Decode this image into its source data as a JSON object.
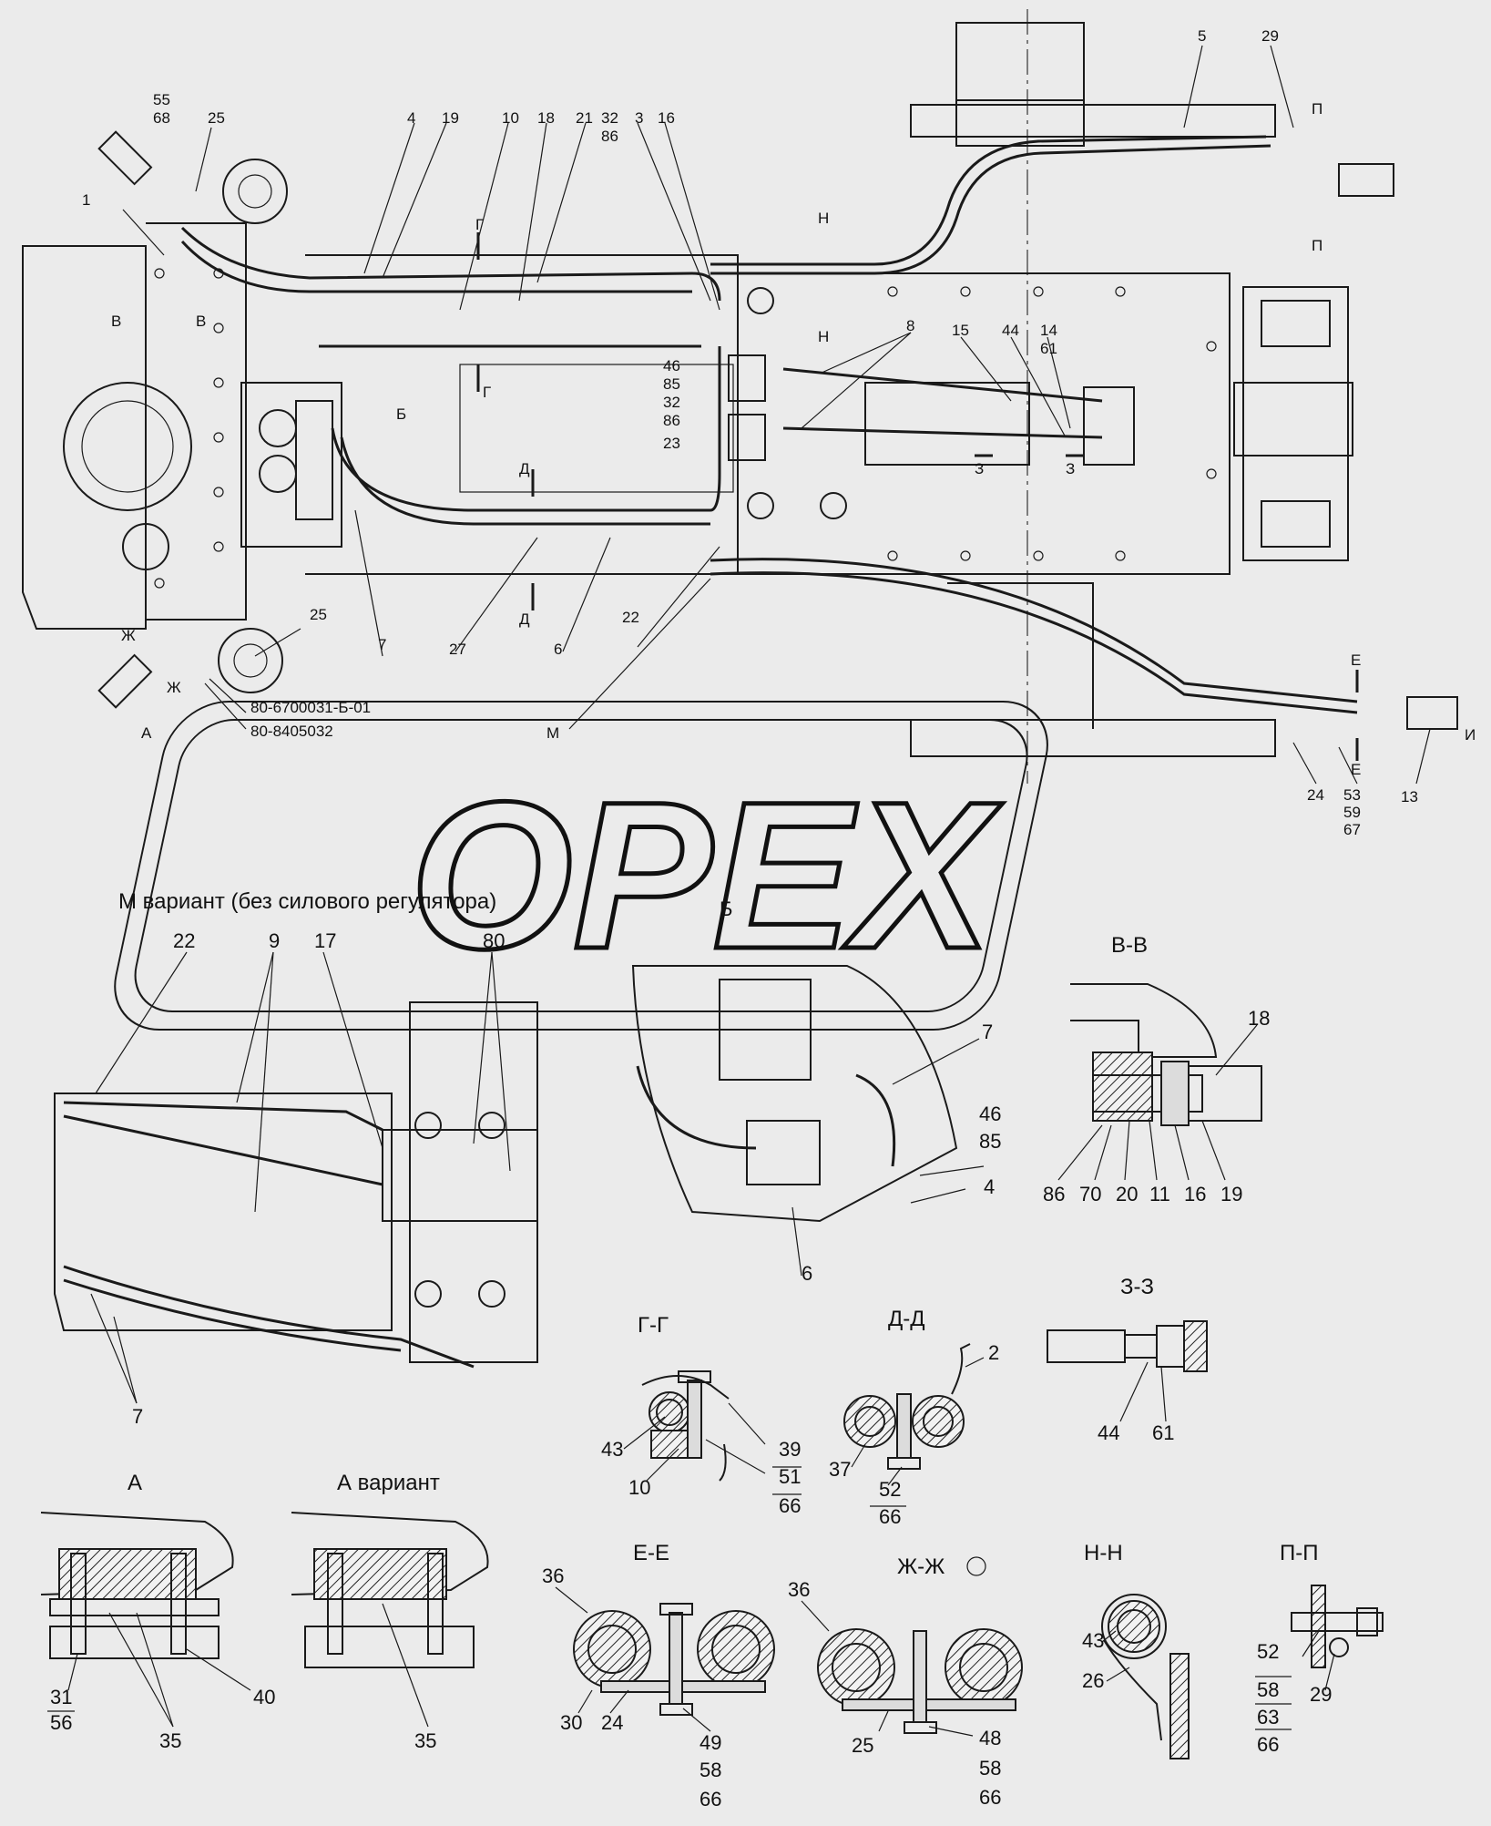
{
  "watermark": "OPEX",
  "main_view": {
    "callouts": [
      "55",
      "68",
      "25",
      "1",
      "4",
      "19",
      "10",
      "18",
      "21",
      "32",
      "86",
      "3",
      "16",
      "5",
      "29",
      "П",
      "В",
      "Н",
      "Г",
      "8",
      "15",
      "44",
      "14",
      "61",
      "46",
      "85",
      "23",
      "Б",
      "Д",
      "З",
      "27",
      "6",
      "22",
      "7",
      "Ж",
      "80-6700031-Б-01",
      "80-8405032",
      "А",
      "М",
      "Е",
      "И",
      "13",
      "24",
      "53",
      "59",
      "67"
    ]
  },
  "variant_m": {
    "title": "М вариант (без силового регулятора)",
    "callouts": [
      "22",
      "9",
      "17",
      "80",
      "7"
    ]
  },
  "view_b": {
    "title": "Б",
    "callouts": [
      "7",
      "46",
      "85",
      "4",
      "6"
    ]
  },
  "section_vv": {
    "title": "В-В",
    "callouts": [
      "18",
      "86",
      "70",
      "20",
      "11",
      "16",
      "19"
    ]
  },
  "section_zz": {
    "title": "З-З",
    "callouts": [
      "44",
      "61"
    ]
  },
  "section_gg": {
    "title": "Г-Г",
    "callouts": [
      "43",
      "10",
      "39",
      "51",
      "66"
    ]
  },
  "section_dd": {
    "title": "Д-Д",
    "callouts": [
      "2",
      "37",
      "52",
      "66"
    ]
  },
  "view_a": {
    "title": "А",
    "callouts": [
      "31",
      "56",
      "35",
      "40"
    ]
  },
  "view_a_variant": {
    "title": "А вариант",
    "callouts": [
      "35"
    ]
  },
  "section_ee": {
    "title": "Е-Е",
    "callouts": [
      "36",
      "30",
      "24",
      "49",
      "58",
      "66"
    ]
  },
  "section_zhzh": {
    "title": "Ж-Ж",
    "callouts": [
      "36",
      "25",
      "48",
      "58",
      "66"
    ]
  },
  "section_nn": {
    "title": "Н-Н",
    "callouts": [
      "43",
      "26"
    ]
  },
  "section_pp": {
    "title": "П-П",
    "callouts": [
      "52",
      "58",
      "63",
      "66",
      "29"
    ]
  }
}
